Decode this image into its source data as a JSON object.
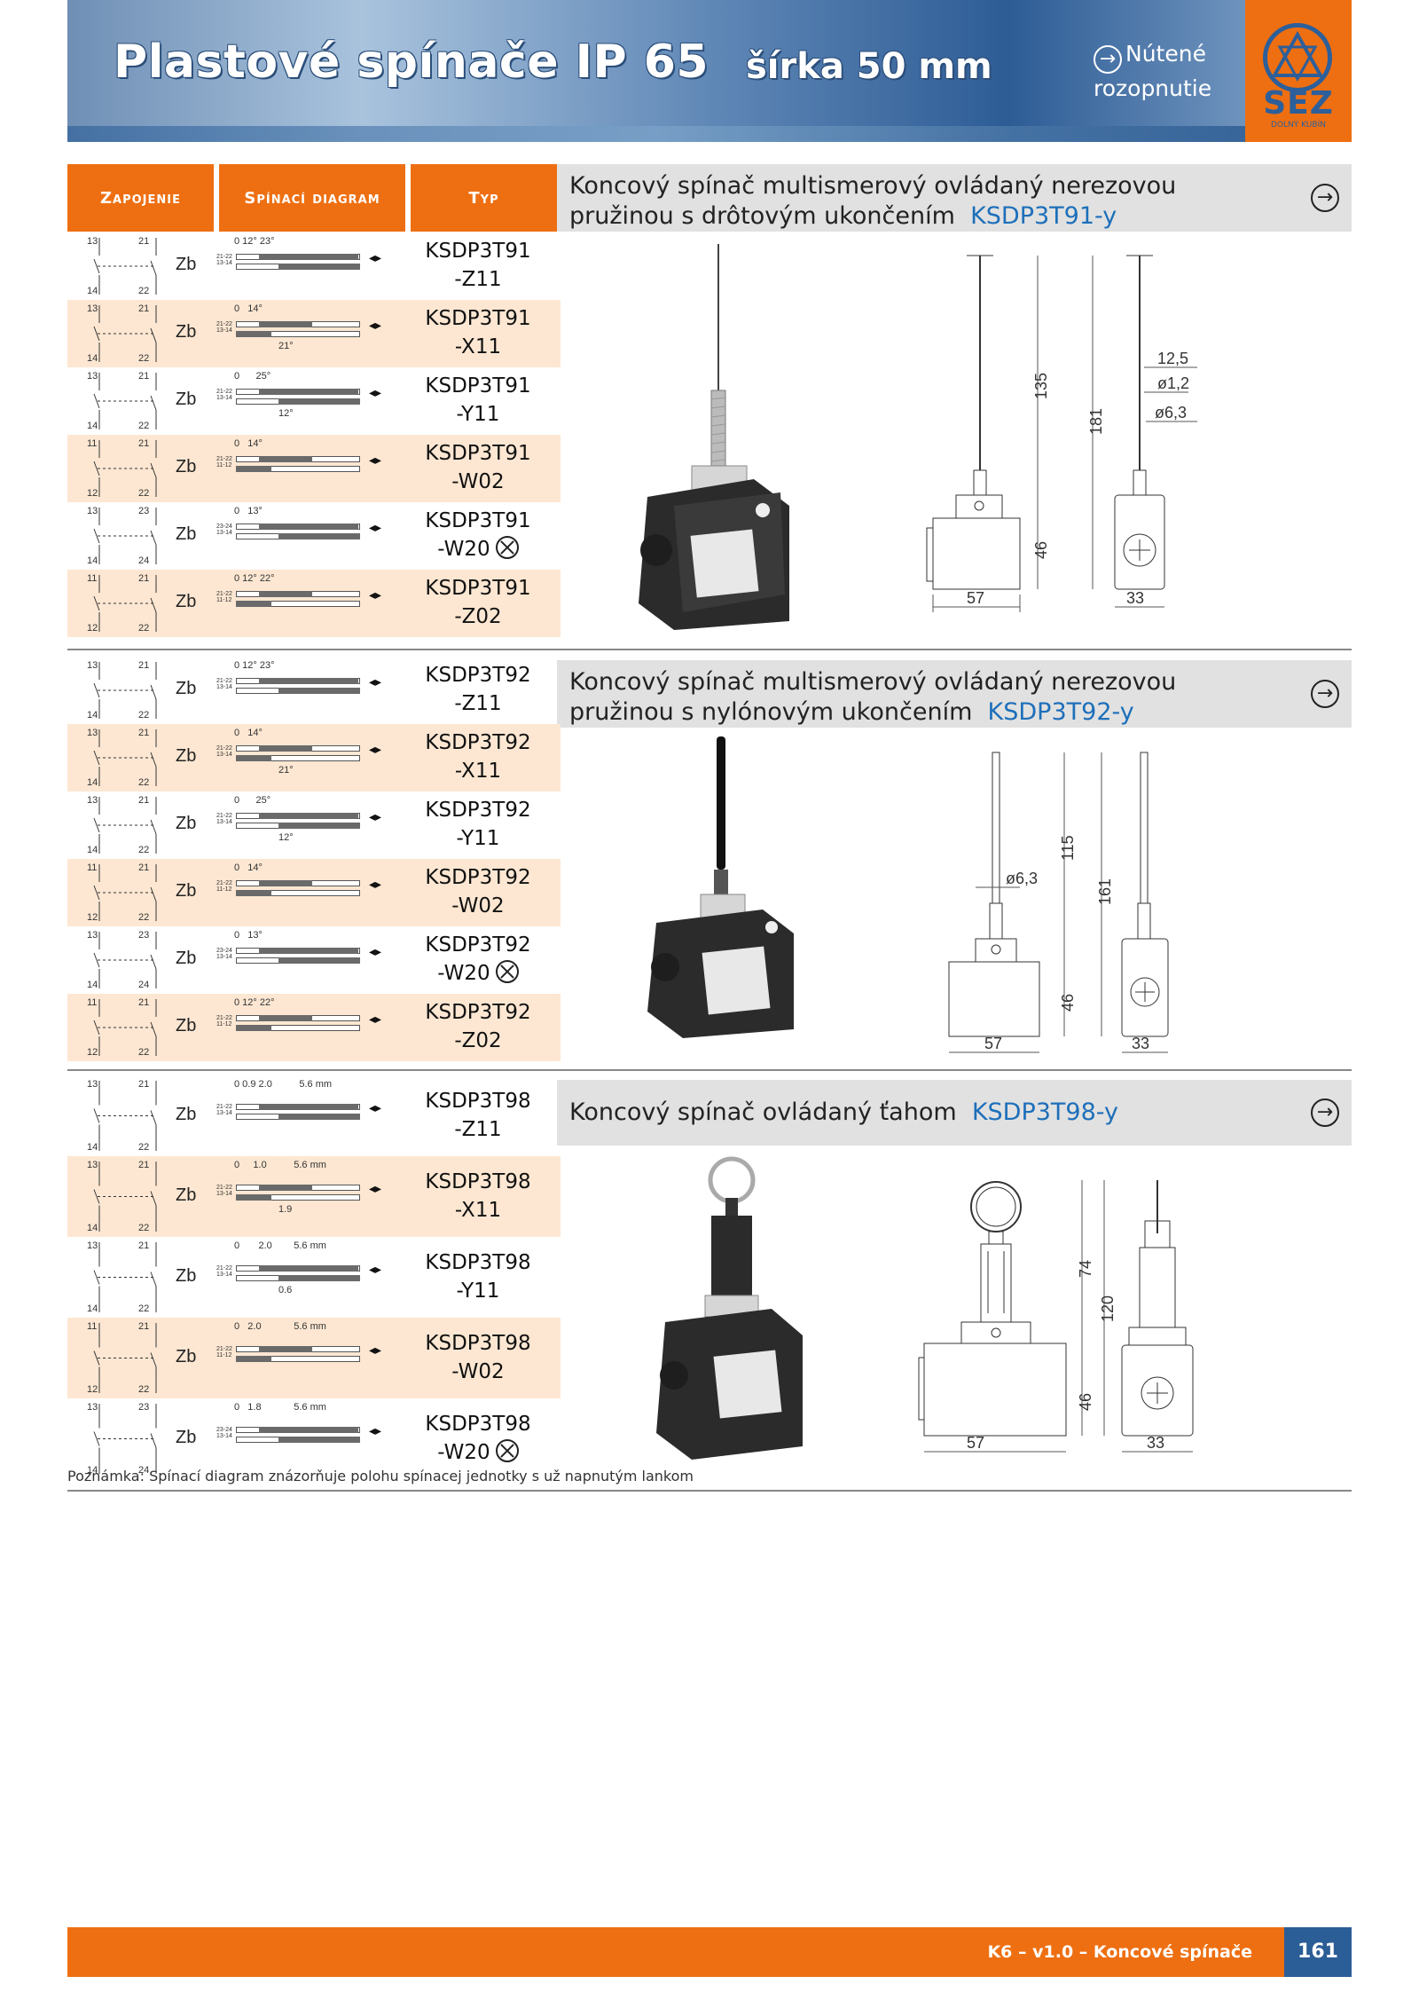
{
  "header": {
    "title": "Plastové spínače IP 65",
    "subtitle": "šírka 50 mm",
    "forced_line1": "Nútené",
    "forced_line2": "rozopnutie",
    "logo_name": "SEZ",
    "logo_city": "DOLNÝ KUBÍN"
  },
  "table_header": {
    "wiring": "Zapojenie",
    "diagram": "Spínací diagram",
    "type": "Typ"
  },
  "contact_label": "Zb",
  "groups": [
    {
      "rows": [
        {
          "pins": [
            "13",
            "21",
            "14",
            "22"
          ],
          "angles": "0 12° 23°",
          "sub": "",
          "code1": "KSDP3T91",
          "code2": "-Z11",
          "bold": false,
          "fo": false
        },
        {
          "pins": [
            "13",
            "21",
            "14",
            "22"
          ],
          "angles": "0   14°",
          "sub": "21°",
          "code1": "KSDP3T91",
          "code2": "-X11",
          "bold": true,
          "fo": false
        },
        {
          "pins": [
            "13",
            "21",
            "14",
            "22"
          ],
          "angles": "0      25°",
          "sub": "12°",
          "code1": "KSDP3T91",
          "code2": "-Y11",
          "bold": false,
          "fo": false
        },
        {
          "pins": [
            "11",
            "21",
            "12",
            "22"
          ],
          "angles": "0   14°",
          "sub": "",
          "code1": "KSDP3T91",
          "code2": "-W02",
          "bold": true,
          "fo": false
        },
        {
          "pins": [
            "13",
            "23",
            "14",
            "24"
          ],
          "angles": "0   13°",
          "sub": "",
          "code1": "KSDP3T91",
          "code2": "-W20",
          "bold": false,
          "fo": true
        },
        {
          "pins": [
            "11",
            "21",
            "12",
            "22"
          ],
          "angles": "0 12° 22°",
          "sub": "",
          "code1": "KSDP3T91",
          "code2": "-Z02",
          "bold": true,
          "fo": false
        }
      ]
    },
    {
      "rows": [
        {
          "pins": [
            "13",
            "21",
            "14",
            "22"
          ],
          "angles": "0 12° 23°",
          "sub": "",
          "code1": "KSDP3T92",
          "code2": "-Z11",
          "bold": false,
          "fo": false
        },
        {
          "pins": [
            "13",
            "21",
            "14",
            "22"
          ],
          "angles": "0   14°",
          "sub": "21°",
          "code1": "KSDP3T92",
          "code2": "-X11",
          "bold": true,
          "fo": false
        },
        {
          "pins": [
            "13",
            "21",
            "14",
            "22"
          ],
          "angles": "0      25°",
          "sub": "12°",
          "code1": "KSDP3T92",
          "code2": "-Y11",
          "bold": false,
          "fo": false
        },
        {
          "pins": [
            "11",
            "21",
            "12",
            "22"
          ],
          "angles": "0   14°",
          "sub": "",
          "code1": "KSDP3T92",
          "code2": "-W02",
          "bold": true,
          "fo": false
        },
        {
          "pins": [
            "13",
            "23",
            "14",
            "24"
          ],
          "angles": "0   13°",
          "sub": "",
          "code1": "KSDP3T92",
          "code2": "-W20",
          "bold": false,
          "fo": true
        },
        {
          "pins": [
            "11",
            "21",
            "12",
            "22"
          ],
          "angles": "0 12° 22°",
          "sub": "",
          "code1": "KSDP3T92",
          "code2": "-Z02",
          "bold": true,
          "fo": false
        }
      ]
    },
    {
      "rows": [
        {
          "pins": [
            "13",
            "21",
            "14",
            "22"
          ],
          "angles": "0 0.9 2.0          5.6 mm",
          "sub": "",
          "code1": "KSDP3T98",
          "code2": "-Z11",
          "bold": false,
          "fo": false
        },
        {
          "pins": [
            "13",
            "21",
            "14",
            "22"
          ],
          "angles": "0     1.0          5.6 mm",
          "sub": "1.9",
          "code1": "KSDP3T98",
          "code2": "-X11",
          "bold": true,
          "fo": false
        },
        {
          "pins": [
            "13",
            "21",
            "14",
            "22"
          ],
          "angles": "0       2.0        5.6 mm",
          "sub": "0.6",
          "code1": "KSDP3T98",
          "code2": "-Y11",
          "bold": false,
          "fo": false
        },
        {
          "pins": [
            "11",
            "21",
            "12",
            "22"
          ],
          "angles": "0   2.0            5.6 mm",
          "sub": "",
          "code1": "KSDP3T98",
          "code2": "-W02",
          "bold": true,
          "fo": false
        },
        {
          "pins": [
            "13",
            "23",
            "14",
            "24"
          ],
          "angles": "0   1.8            5.6 mm",
          "sub": "",
          "code1": "KSDP3T98",
          "code2": "-W20",
          "bold": false,
          "fo": true
        }
      ]
    }
  ],
  "products": [
    {
      "title1": "Koncový spínač multismerový ovládaný nerezovou",
      "title2": "pružinou s drôtovým ukončením",
      "code": "KSDP3T91-y",
      "dims": {
        "w": "57",
        "d": "33",
        "h1": "135",
        "h2": "46",
        "h3": "181",
        "a": "12,5",
        "b": "ø1,2",
        "c": "ø6,3"
      }
    },
    {
      "title1": "Koncový spínač multismerový ovládaný nerezovou",
      "title2": "pružinou s nylónovým ukončením",
      "code": "KSDP3T92-y",
      "dims": {
        "w": "57",
        "d": "33",
        "h1": "115",
        "h2": "46",
        "h3": "161",
        "c": "ø6,3"
      }
    },
    {
      "title1": "",
      "title2": "Koncový spínač ovládaný ťahom",
      "code": "KSDP3T98-y",
      "dims": {
        "w": "57",
        "d": "33",
        "h1": "74",
        "h2": "46",
        "h3": "120"
      }
    }
  ],
  "note": "Poznámka: Spínací diagram znázorňuje polohu spínacej jednotky s už napnutým lankom",
  "footer": {
    "text": "K6 – v1.0 – Koncové spínače",
    "page": "161"
  },
  "colors": {
    "orange": "#ee6f11",
    "blue": "#1d6fba",
    "shade": "#fde7d2",
    "grey_box": "#e1e1e1"
  }
}
